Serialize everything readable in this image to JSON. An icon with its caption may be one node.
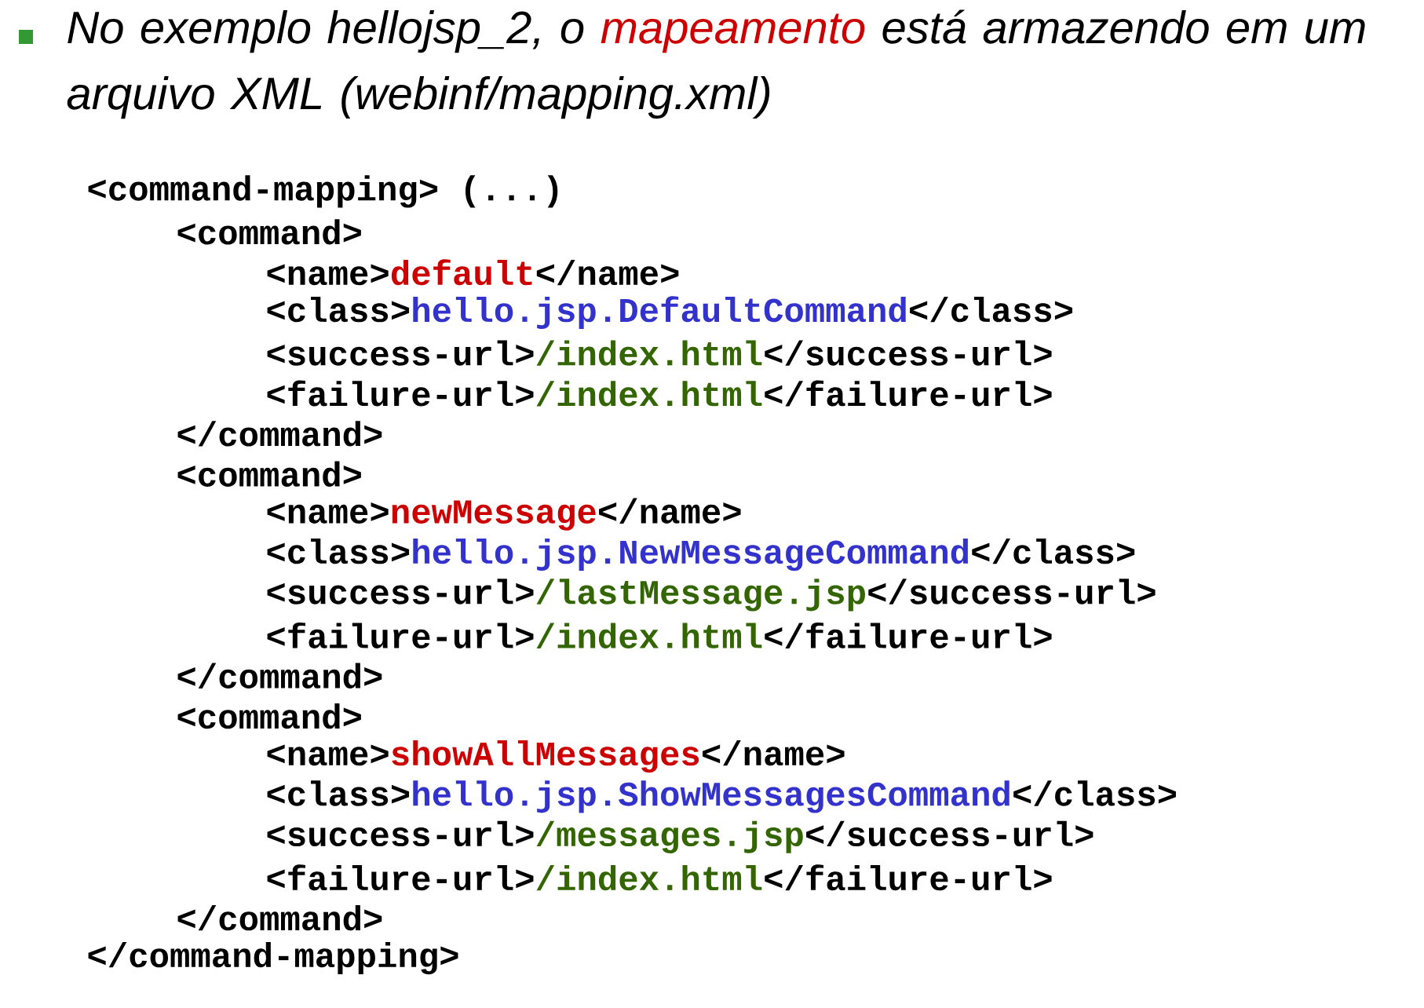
{
  "diagram": {
    "labels": [
      "No exemplo hellojsp_2, o",
      "mapeamento",
      "está armazendo em um arquivo XML (webinf/mapping.xml)",
      "<command-mapping> (...)",
      "<command>",
      "<name>",
      "default",
      "</name>",
      "<class>",
      "hello.jsp.DefaultCommand",
      "</class>",
      "<success-url>",
      "/index.html",
      "</success-url>",
      "<failure-url>",
      "/index.html",
      "</failure-url>",
      "</command>",
      "<command>",
      "<name>",
      "newMessage",
      "</name>",
      "<class>",
      "hello.jsp.NewMessageCommand",
      "</class>",
      "<success-url>",
      "/lastMessage.jsp",
      "</success-url>",
      "<failure-url>",
      "/index.html",
      "</failure-url>",
      "</command>",
      "<command>",
      "<name>",
      "showAllMessages",
      "</name>",
      "<class>",
      "hello.jsp.ShowMessagesCommand",
      "</class>",
      "<success-url>",
      "/messages.jsp",
      "</success-url>",
      "<failure-url>",
      "/index.html",
      "</failure-url>",
      "</command>",
      "</command-mapping>"
    ]
  }
}
